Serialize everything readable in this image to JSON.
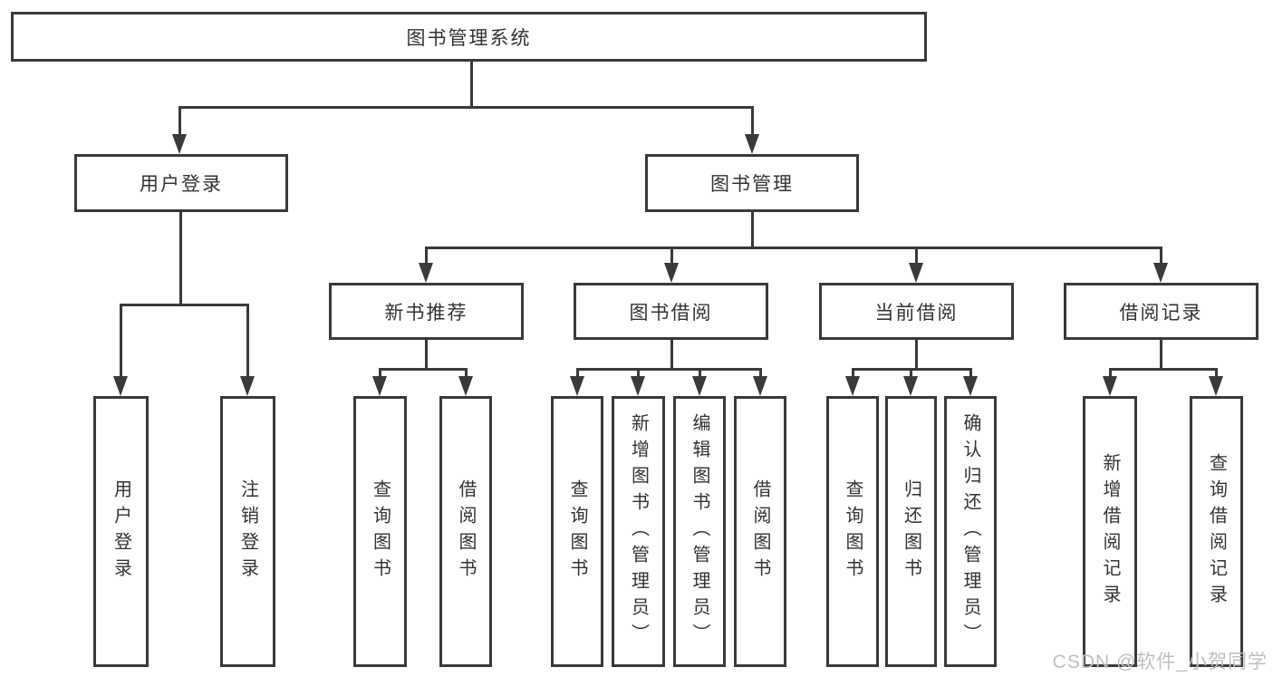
{
  "title": "图书管理系统",
  "watermark": {
    "text": "CSDN @软件_小贺同学"
  },
  "colors": {
    "line": "#3a3a3a",
    "text": "#333333",
    "background": "#ffffff",
    "watermark": "#bfbfbf"
  },
  "tree": {
    "label": "图书管理系统",
    "children": [
      {
        "label": "用户登录",
        "children": [
          {
            "label": "用户登录"
          },
          {
            "label": "注销登录"
          }
        ]
      },
      {
        "label": "图书管理",
        "children": [
          {
            "label": "新书推荐",
            "children": [
              {
                "label": "查询图书"
              },
              {
                "label": "借阅图书"
              }
            ]
          },
          {
            "label": "图书借阅",
            "children": [
              {
                "label": "查询图书"
              },
              {
                "label": "新增图书（管理员）"
              },
              {
                "label": "编辑图书（管理员）"
              },
              {
                "label": "借阅图书"
              }
            ]
          },
          {
            "label": "当前借阅",
            "children": [
              {
                "label": "查询图书"
              },
              {
                "label": "归还图书"
              },
              {
                "label": "确认归还（管理员）"
              }
            ]
          },
          {
            "label": "借阅记录",
            "children": [
              {
                "label": "新增借阅记录"
              },
              {
                "label": "查询借阅记录"
              }
            ]
          }
        ]
      }
    ]
  }
}
